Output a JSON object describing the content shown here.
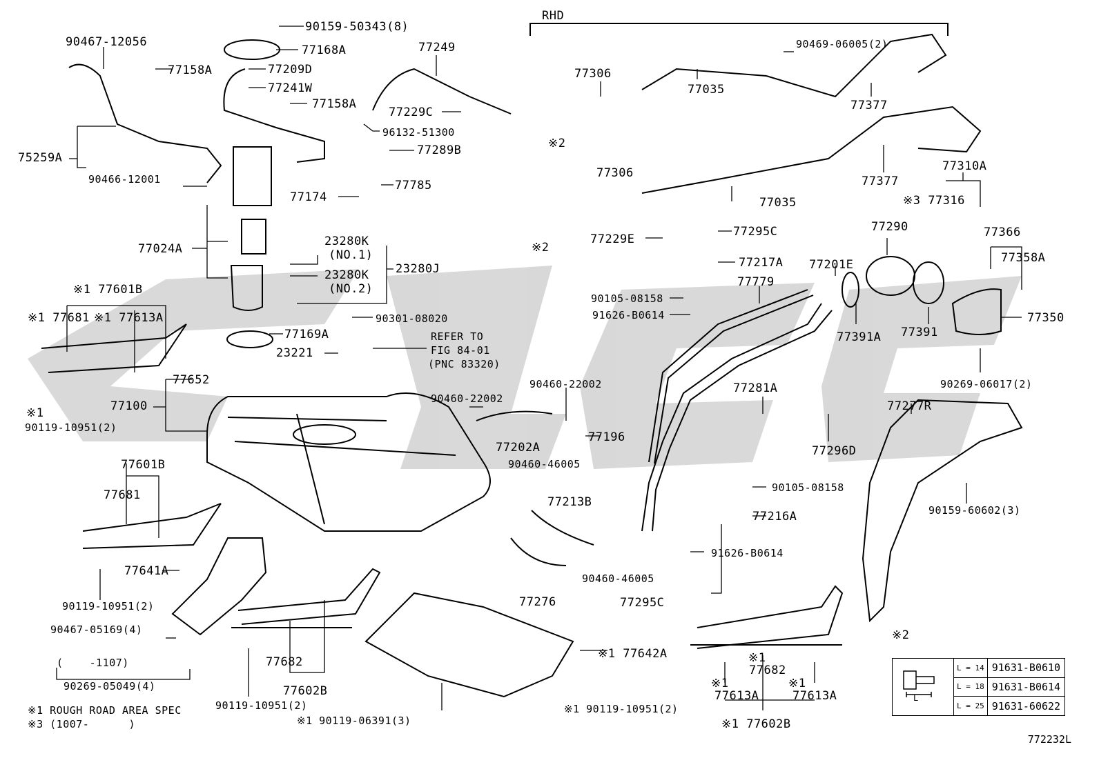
{
  "header": {
    "rhd": "RHD",
    "note_cross2": "※2"
  },
  "labels": {
    "p90159_50343": "90159-50343(8)",
    "p90467_12056": "90467-12056",
    "p77168A": "77168A",
    "p77249": "77249",
    "p77158A_1": "77158A",
    "p77209D": "77209D",
    "p77241W": "77241W",
    "p77158A_2": "77158A",
    "p77229C": "77229C",
    "p96132_51300": "96132-51300",
    "p75259A": "75259A",
    "p77289B": "77289B",
    "p90466_12001": "90466-12001",
    "p77785": "77785",
    "p77174": "77174",
    "p77024A": "77024A",
    "p23280K_1": "23280K",
    "no1": "(NO.1)",
    "p23280K_2": "23280K",
    "no2": "(NO.2)",
    "p23280J": "23280J",
    "p90301_08020": "90301-08020",
    "p77601B_top": "※1 77601B",
    "p77681_top": "※1 77681",
    "p77613A_top": "※1 77613A",
    "p77169A": "77169A",
    "p23221": "23221",
    "refer1": "REFER TO",
    "refer2": "FIG 84-01",
    "refer3": "(PNC 83320)",
    "p77652": "77652",
    "p77100": "77100",
    "note_x1": "※1",
    "p90119_10951_a": "90119-10951(2)",
    "p90460_22002_a": "90460-22002",
    "p90460_22002_b": "90460-22002",
    "p77202A": "77202A",
    "p77196": "77196",
    "p90460_46005_a": "90460-46005",
    "p77601B_bot": "77601B",
    "p77681_bot": "77681",
    "p77213B": "77213B",
    "p77641A": "77641A",
    "p90460_46005_b": "90460-46005",
    "p77276": "77276",
    "p90119_10951_b": "90119-10951(2)",
    "p90467_05169": "90467-05169(4)",
    "range1107": "(    -1107)",
    "p90269_05049": "90269-05049(4)",
    "p77682_a": "77682",
    "p77602B_a": "77602B",
    "p90119_10951_c": "90119-10951(2)",
    "p77642A": "※1 77642A",
    "p90119_06391": "※1 90119-06391(3)",
    "note_rough": "※1 ROUGH ROAD AREA SPEC",
    "note_1007": "※3 (1007-      )",
    "p90469_06005": "90469-06005(2)",
    "p77306_a": "77306",
    "p77035_a": "77035",
    "p77377_a": "77377",
    "cross2_a": "※2",
    "p77306_b": "77306",
    "p77377_b": "77377",
    "p77310A": "77310A",
    "p77035_b": "77035",
    "p77316": "※3 77316",
    "cross2_b": "※2",
    "p77229E": "77229E",
    "p77295C_a": "77295C",
    "p77290": "77290",
    "p77366": "77366",
    "p77217A": "77217A",
    "p77201E": "77201E",
    "p77358A": "77358A",
    "p77779": "77779",
    "p90105_08158_a": "90105-08158",
    "p91626_B0614_a": "91626-B0614",
    "p77350": "77350",
    "p77391A": "77391A",
    "p77391": "77391",
    "p90269_06017": "90269-06017(2)",
    "p77281A": "77281A",
    "p77277R": "77277R",
    "p77296D": "77296D",
    "p90105_08158_b": "90105-08158",
    "p77216A": "77216A",
    "p90159_60602": "90159-60602(3)",
    "p91626_B0614_b": "91626-B0614",
    "p77295C_b": "77295C",
    "cross1_a": "※1",
    "p77682_b": "77682",
    "cross1_b": "※1",
    "cross1_c": "※1",
    "p77613A_a": "77613A",
    "p77613A_b": "77613A",
    "p90119_10951_d": "※1 90119-10951(2)",
    "p77602B_b": "※1 77602B"
  },
  "spec_table": {
    "rows": [
      {
        "len": "L = 14",
        "part": "91631-B0610"
      },
      {
        "len": "L = 18",
        "part": "91631-B0614"
      },
      {
        "len": "L = 25",
        "part": "91631-60622"
      }
    ],
    "l_mark": "L"
  },
  "footer": {
    "code": "772232L"
  },
  "colors": {
    "ink": "#000000",
    "watermark": "#cfcfcf",
    "paper": "#ffffff"
  }
}
